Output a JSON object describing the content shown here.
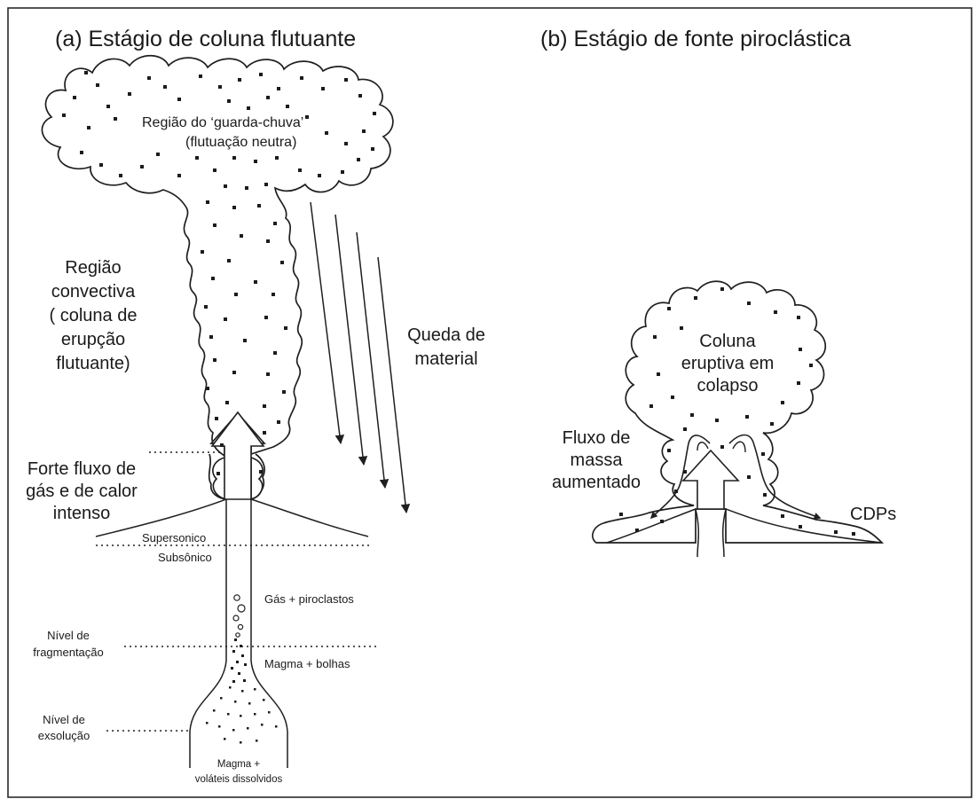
{
  "panel_a": {
    "title": "(a) Estágio de coluna flutuante",
    "umbrella_line1": "Região do ‘guarda-chuva’",
    "umbrella_line2": "(flutuação neutra)",
    "convective": [
      "Região",
      "convectiva",
      "( coluna de",
      "erupção",
      "flutuante)"
    ],
    "fallout": [
      "Queda de",
      "material"
    ],
    "gas_flux": [
      "Forte fluxo de",
      "gás e de calor",
      "intenso"
    ],
    "supersonic": "Supersonico",
    "subsonic": "Subsônico",
    "gas_pyroclasts": "Gás + piroclastos",
    "fragmentation": [
      "Nível de",
      "fragmentação"
    ],
    "magma_bubbles": "Magma + bolhas",
    "exsolution": [
      "Nível de",
      "exsolução"
    ],
    "magma_volatiles": [
      "Magma +",
      "voláteis dissolvidos"
    ]
  },
  "panel_b": {
    "title": "(b) Estágio de fonte piroclástica",
    "collapse": [
      "Coluna",
      "eruptiva em",
      "colapso"
    ],
    "mass_flux": [
      "Fluxo de",
      "massa",
      "aumentado"
    ],
    "cdps": "CDPs"
  }
}
